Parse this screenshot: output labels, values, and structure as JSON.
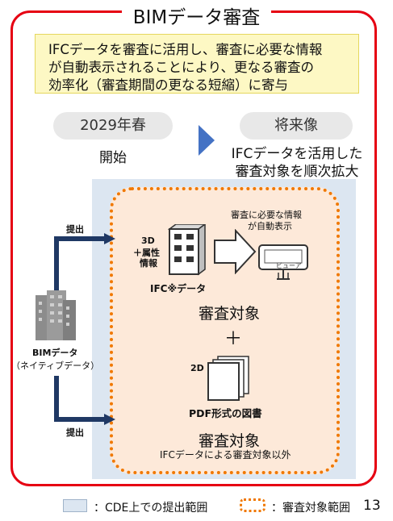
{
  "title": "BIMデータ審査",
  "summary_lines": [
    "IFCデータを審査に活用し、審査に必要な情報",
    "が自動表示されることにより、更なる審査の",
    "効率化（審査期間の更なる短縮）に寄与"
  ],
  "timeline": {
    "start_label": "2029年春",
    "start_text": "開始",
    "future_label": "将来像",
    "future_lines": [
      "IFCデータを活用した",
      "審査対象を順次拡大"
    ]
  },
  "bim": {
    "label": "BIMデータ",
    "sublabel": "（ネイティブデータ）",
    "submit_top": "提出",
    "submit_bottom": "提出"
  },
  "ifc": {
    "dim_label": "3D",
    "attr_label_1": "＋属性",
    "attr_label_2": "情報",
    "data_label": "IFC※データ",
    "auto_display_1": "審査に必要な情報",
    "auto_display_2": "が自動表示",
    "viewer_label": "ビューア",
    "review_label": "審査対象"
  },
  "plus": "＋",
  "pdf": {
    "dim_label": "2D",
    "data_label": "PDF形式の図書",
    "review_label": "審査対象",
    "note": "IFCデータによる審査対象以外"
  },
  "legend": {
    "blue_label": "：CDE上での提出範囲",
    "orange_label": "：審査対象範囲"
  },
  "page_number": "13",
  "colors": {
    "frame": "#e60012",
    "summary_bg": "#fdf8c4",
    "submission_area": "#dce6f1",
    "review_area": "#fde9d9",
    "review_border": "#f07800",
    "arrow_navy": "#1f3864",
    "chevron": "#4472c4"
  }
}
